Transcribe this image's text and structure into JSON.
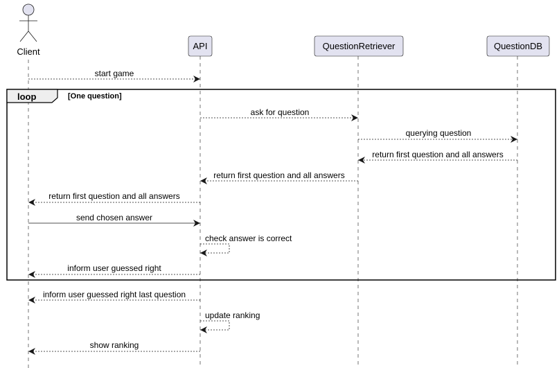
{
  "participants": {
    "client": "Client",
    "api": "API",
    "retriever": "QuestionRetriever",
    "db": "QuestionDB"
  },
  "loop": {
    "keyword": "loop",
    "condition": "[One question]"
  },
  "messages": {
    "m1": "start game",
    "m2": "ask for question",
    "m3": "querying question",
    "m4": "return first question and all answers",
    "m5": "return first question and all answers",
    "m6": "return first question and all answers",
    "m7": "send chosen answer",
    "m8": "check answer is correct",
    "m9": "inform user guessed right",
    "m10": "inform user guessed right last question",
    "m11": "update ranking",
    "m12": "show ranking"
  },
  "colors": {
    "participant_fill": "#E2E2F0",
    "participant_border": "#181818",
    "lifeline": "#181818",
    "arrow": "#181818"
  }
}
